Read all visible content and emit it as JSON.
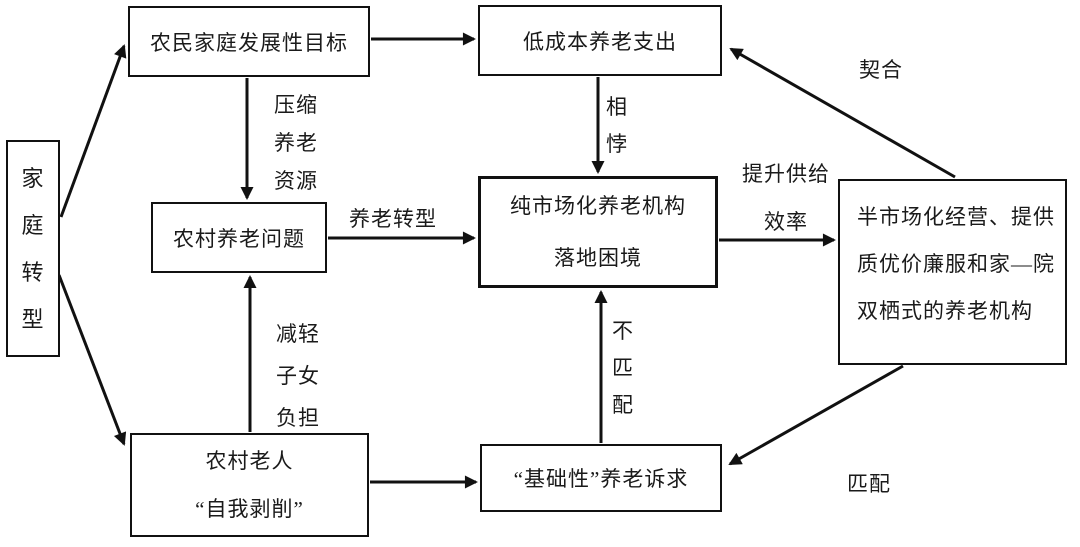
{
  "diagram": {
    "title_hint": "rural elderly care transition flowchart",
    "colors": {
      "line": "#111111",
      "background": "#ffffff",
      "text": "#1a1a1a"
    },
    "nodes": {
      "family_transition": "家\n庭\n转\n型",
      "farmer_goals": "农民家庭发展性目标",
      "low_cost_expense": "低成本养老支出",
      "rural_problem": "农村养老问题",
      "market_dilemma": "纯市场化养老机构\n落地困境",
      "semi_market": "半市场化经营、提供\n质优价廉服和家—院\n双栖式的养老机构",
      "rural_elders": "农村老人\n“自我剥削”",
      "basic_demands": "“基础性”养老诉求"
    },
    "edge_labels": {
      "compress_resources": "压缩\n养老\n资源",
      "contradict": "相\n悖",
      "fit": "契合",
      "elderly_transform": "养老转型",
      "improve_supply": "提升供给\n效率",
      "reduce_burden": "减轻\n子女\n负担",
      "mismatch": "不\n匹\n配",
      "match": "匹配"
    }
  }
}
